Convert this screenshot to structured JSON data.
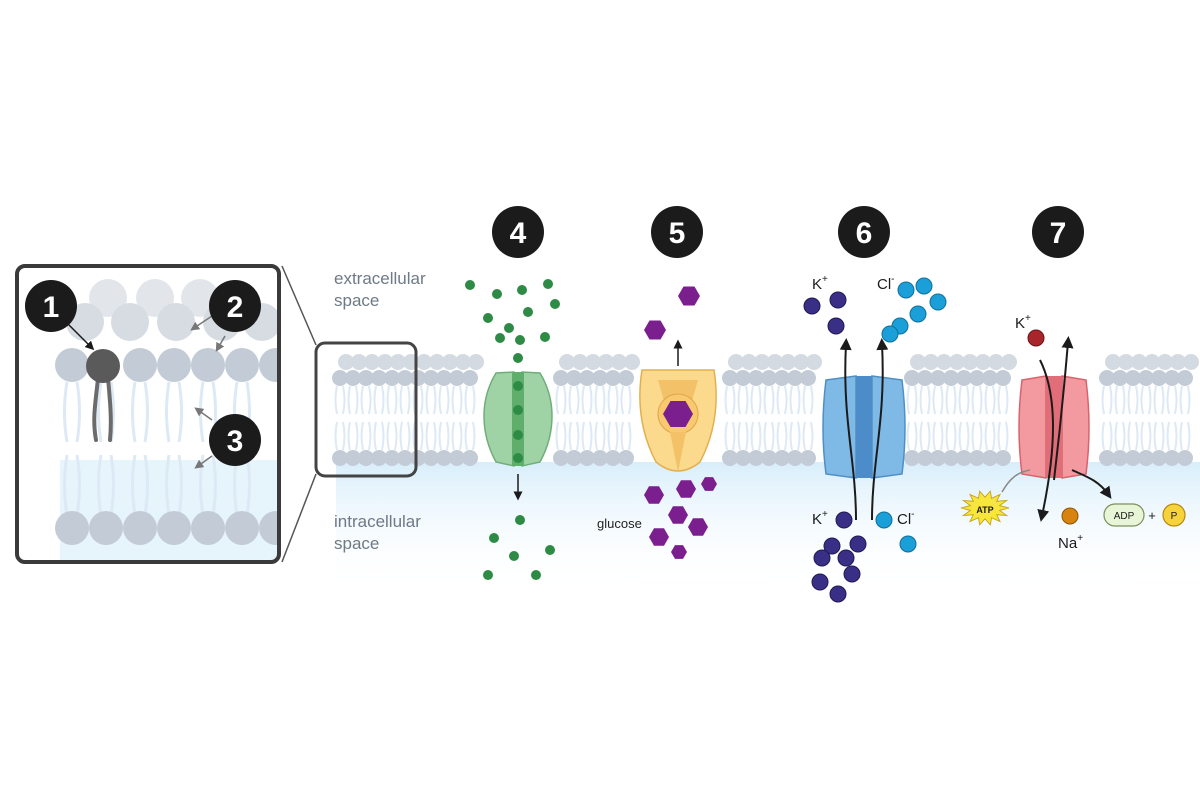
{
  "labels": {
    "extracellular_line1": "extracellular",
    "extracellular_line2": "space",
    "intracellular_line1": "intracellular",
    "intracellular_line2": "space",
    "glucose": "glucose",
    "k_top": "K",
    "k_top_sup": "+",
    "cl_top": "Cl",
    "cl_top_sup": "-",
    "k_bottom": "K",
    "k_bottom_sup": "+",
    "cl_bottom": "Cl",
    "cl_bottom_sup": "-",
    "k_pump": "K",
    "k_pump_sup": "+",
    "na_pump": "Na",
    "na_pump_sup": "+",
    "atp": "ATP",
    "adp": "ADP",
    "plus": "+",
    "phosphate": "P"
  },
  "badges": [
    "1",
    "2",
    "3",
    "4",
    "5",
    "6",
    "7"
  ],
  "colors": {
    "badge": "#1b1b1b",
    "head": "#c3ccd6",
    "tail": "#dde9f5",
    "intracellular": "#e6f4fc",
    "channel_green": "#9fd3a6",
    "carrier_yellow": "#fbd98d",
    "channel_blue": "#7fb9e6",
    "pump_red": "#f39aa0",
    "green_dot": "#2e8b45",
    "glucose": "#7b1f8f",
    "potassium": "#3a2f86",
    "chloride": "#1a9fd8",
    "pump_k": "#a8252b",
    "sodium": "#d7830f",
    "atp": "#f7e63b"
  }
}
